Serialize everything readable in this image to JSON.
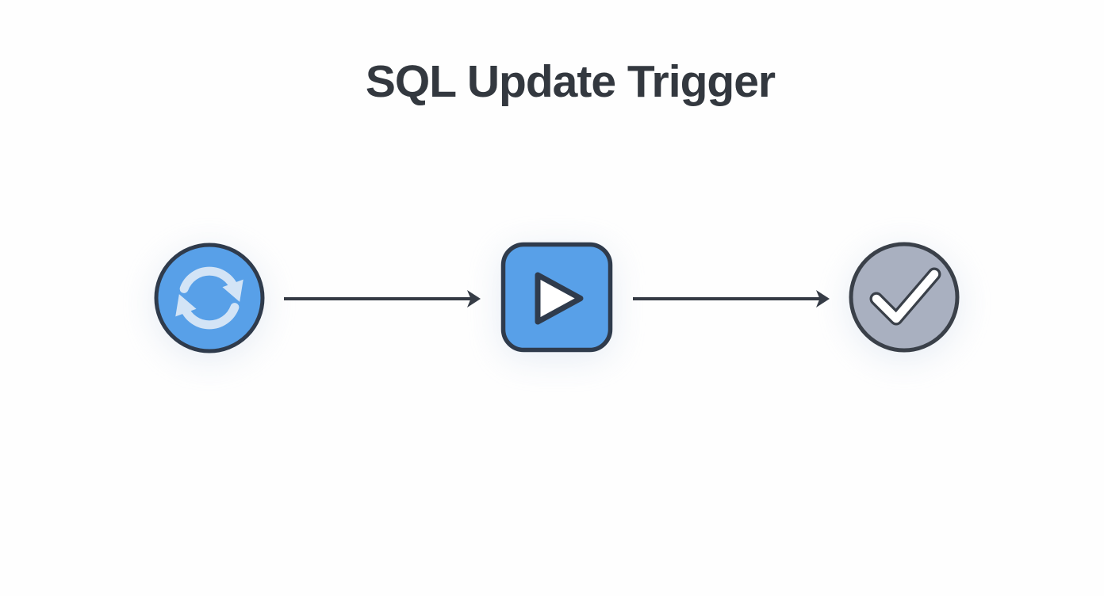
{
  "page": {
    "title": "SQL Update Trigger"
  },
  "colors": {
    "background": "#fefefe",
    "title_text": "#33383f",
    "blue_fill": "#58a0e8",
    "blue_border": "#2f3b4c",
    "gray_fill": "#a9b0c0",
    "gray_border": "#3a4049",
    "sync_icon_stroke": "#d3e4f6",
    "play_icon_fill": "#ffffff",
    "play_icon_stroke": "#2f3b4c",
    "check_icon_stroke": "#ffffff",
    "check_icon_outline": "#3a4049",
    "arrow": "#343a44"
  },
  "flow": {
    "nodes": [
      {
        "id": "sync",
        "shape": "circle",
        "icon": "sync-icon"
      },
      {
        "id": "play",
        "shape": "rounded-square",
        "icon": "play-icon"
      },
      {
        "id": "check",
        "shape": "circle",
        "icon": "check-icon"
      }
    ],
    "connectors": [
      {
        "from": "sync",
        "to": "play",
        "style": "right-arrow"
      },
      {
        "from": "play",
        "to": "check",
        "style": "right-arrow"
      }
    ]
  }
}
